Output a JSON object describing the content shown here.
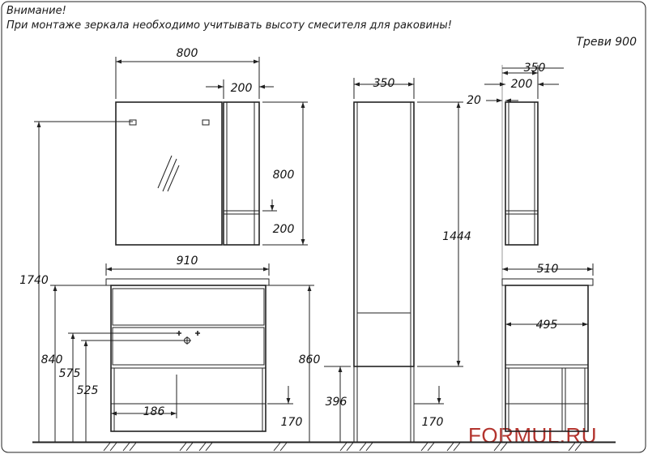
{
  "notice": {
    "title": "Внимание!",
    "text": "При монтаже зеркала необходимо учитывать высоту смесителя для раковины!"
  },
  "model": "Треви 900",
  "watermark": "FORMUL.RU",
  "dimensions": {
    "mirror_width": "800",
    "shelf_width": "200",
    "mirror_height": "800",
    "shelf_height": "200",
    "mount_height": "1740",
    "top_width": "910",
    "vanity_height": "840",
    "mixer_575": "575",
    "mixer_525": "525",
    "mixer_186": "186",
    "vanity_860": "860",
    "leg_170": "170",
    "column_width": "350",
    "column_height": "1444",
    "column_bottom": "396",
    "column_leg": "170",
    "side_350": "350",
    "side_200": "200",
    "side_20": "20",
    "side_510": "510",
    "side_495": "495"
  },
  "colors": {
    "line": "#222222",
    "accent": "#b3342e",
    "light_line": "#9a9a9a"
  }
}
